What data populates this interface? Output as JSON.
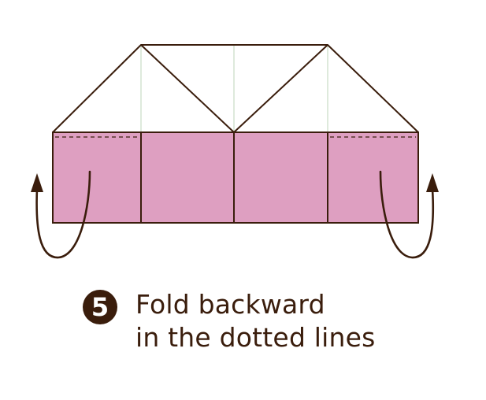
{
  "step": {
    "number": "5",
    "instruction_line1": "Fold backward",
    "instruction_line2": "in the dotted lines"
  },
  "colors": {
    "paper": "#de9fc1",
    "outline": "#3a1d0c",
    "crease": "#c8dcc4",
    "background": "#ffffff"
  }
}
